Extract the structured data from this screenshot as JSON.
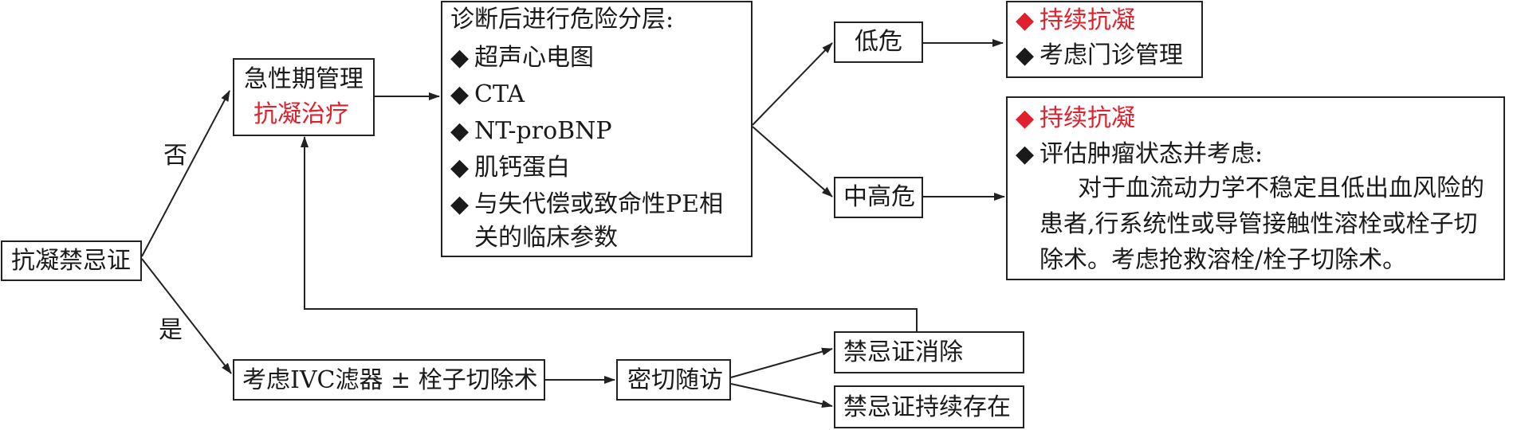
{
  "colors": {
    "accent": "#e0202c",
    "line": "#222222"
  },
  "diagram": {
    "start": {
      "label": "抗凝禁忌证"
    },
    "edge_no": "否",
    "edge_yes": "是",
    "acute": {
      "line1": "急性期管理",
      "line2": "抗凝治疗"
    },
    "strat": {
      "title": "诊断后进行危险分层:",
      "bullet": "◆",
      "items": [
        "超声心电图",
        "CTA",
        "NT-proBNP",
        "肌钙蛋白",
        "与失代偿或致命性PE相"
      ],
      "item5_cont": "关的临床参数"
    },
    "low": {
      "label": "低危"
    },
    "midhigh": {
      "label": "中高危"
    },
    "low_actions": {
      "bullet": "◆",
      "line1": "持续抗凝",
      "line2": "考虑门诊管理"
    },
    "mid_actions": {
      "bullet": "◆",
      "line1": "持续抗凝",
      "line2": "评估肿瘤状态并考虑:",
      "para": [
        "对于血流动力学不稳定且低出血风险的",
        "患者,行系统性或导管接触性溶栓或栓子切",
        "除术。考虑抢救溶栓/栓子切除术。"
      ]
    },
    "ivc": {
      "label": "考虑IVC滤器 ± 栓子切除术"
    },
    "follow": {
      "label": "密切随访"
    },
    "resolved": {
      "label": "禁忌证消除"
    },
    "persist": {
      "label": "禁忌证持续存在"
    }
  }
}
